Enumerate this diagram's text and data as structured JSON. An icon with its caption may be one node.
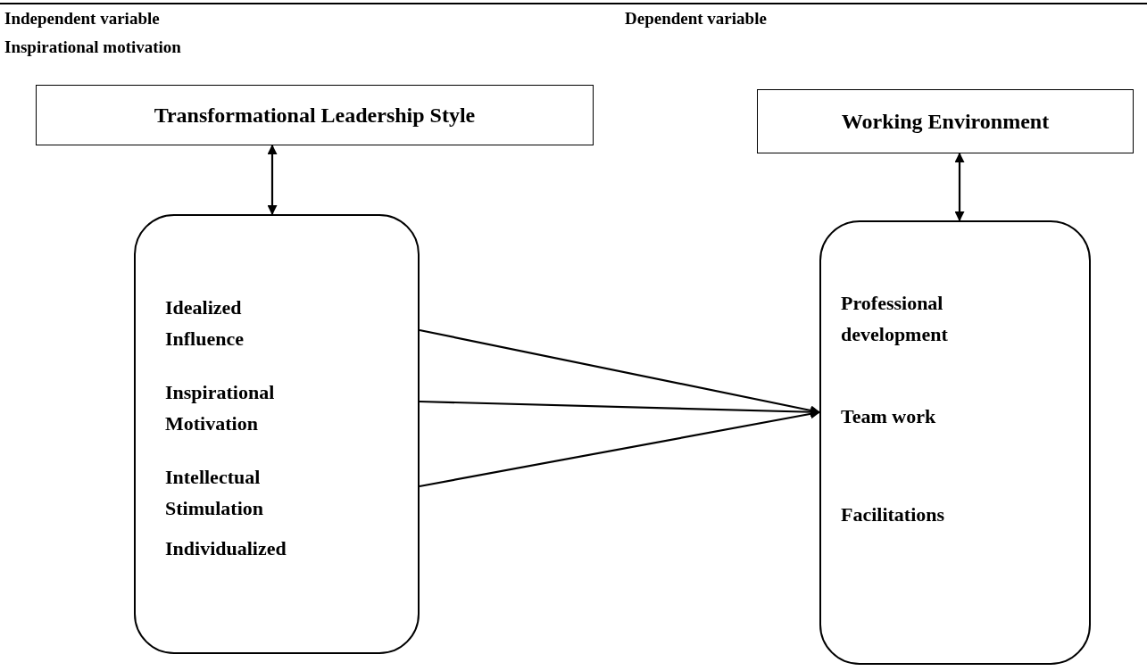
{
  "diagram": {
    "nodes": [
      {
        "text": [
          "Transformational Leadership Style"
        ]
      },
      {
        "text": [
          "Working Environment"
        ]
      },
      {
        "text": [
          "Idealized Influence",
          "Inspirational Motivation",
          "Intellectual Stimulation",
          "Individualized"
        ]
      },
      {
        "text": [
          "Professional development",
          "Team work",
          "Facilitations"
        ]
      }
    ],
    "edges": [
      {
        "from": 0,
        "to": 2,
        "arrow": "both"
      },
      {
        "from": 1,
        "to": 3,
        "arrow": "both"
      },
      {
        "from": 2,
        "to": 3,
        "arrow": "to"
      },
      {
        "from": 2,
        "to": 3,
        "arrow": "to"
      },
      {
        "from": 2,
        "to": 3,
        "arrow": "to"
      }
    ],
    "labels": [
      "Independent variable",
      "Inspirational motivation",
      "Dependent variable"
    ]
  }
}
